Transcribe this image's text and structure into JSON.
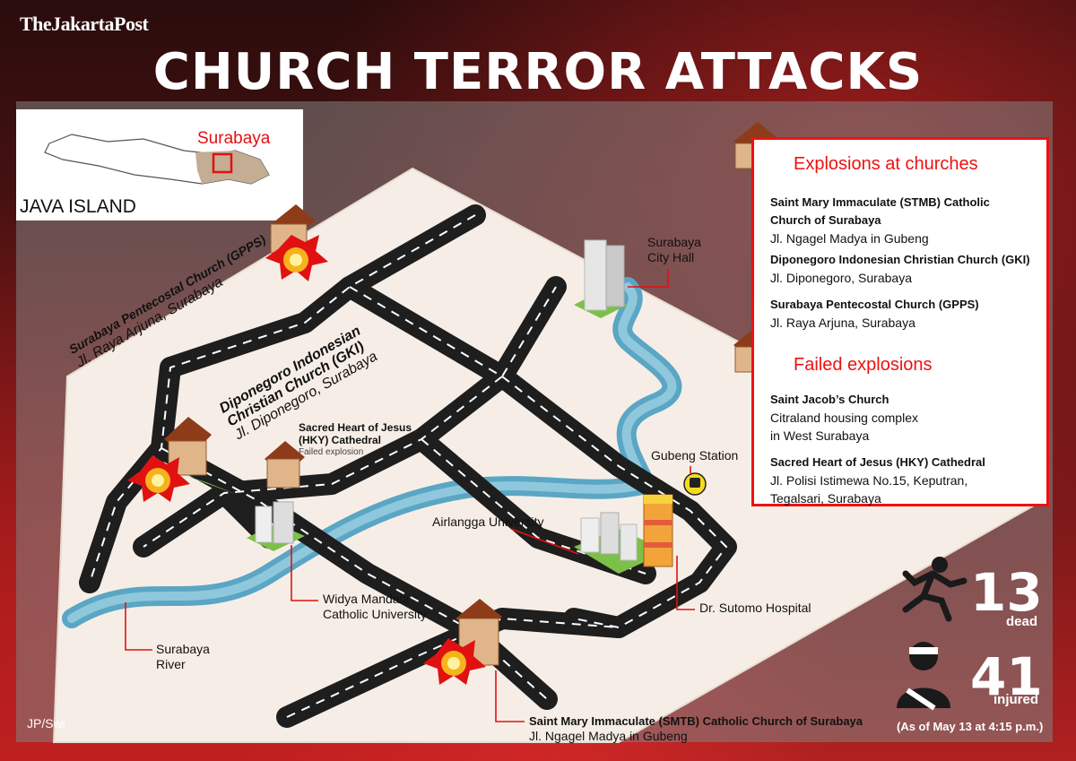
{
  "header": {
    "brand": "TheJakartaPost",
    "title": "CHURCH TERROR ATTACKS"
  },
  "inset": {
    "city_label": "Surabaya",
    "island_label": "JAVA ISLAND"
  },
  "map_labels": {
    "gpps_name": "Surabaya Pentecostal Church (GPPS)",
    "gpps_addr": "Jl. Raya Arjuna, Surabaya",
    "gki_name_1": "Diponegoro Indonesian",
    "gki_name_2": "Christian Church (GKI)",
    "gki_addr": "Jl. Diponegoro, Surabaya",
    "hky_name_1": "Sacred Heart of Jesus",
    "hky_name_2": "(HKY) Cathedral",
    "hky_note": "Failed explosion",
    "city_hall_1": "Surabaya",
    "city_hall_2": "City Hall",
    "gubeng": "Gubeng Station",
    "airlangga": "Airlangga University",
    "widya_1": "Widya Mandala",
    "widya_2": "Catholic University",
    "sutomo": "Dr. Sutomo Hospital",
    "river_1": "Surabaya",
    "river_2": "River",
    "stmb_name": "Saint Mary Immaculate (SMTB) Catholic Church of Surabaya",
    "stmb_addr": "Jl. Ngagel Madya in Gubeng"
  },
  "legend": {
    "explosions_heading": "Explosions at churches",
    "explosions": [
      {
        "name_1": "Saint Mary Immaculate (STMB) Catholic",
        "name_2": "Church of Surabaya",
        "addr": "Jl. Ngagel Madya in Gubeng"
      },
      {
        "name_1": "Diponegoro Indonesian Christian Church (GKI)",
        "addr": "Jl. Diponegoro, Surabaya"
      },
      {
        "name_1": "Surabaya Pentecostal Church (GPPS)",
        "addr": "Jl. Raya Arjuna, Surabaya"
      }
    ],
    "failed_heading": "Failed explosions",
    "failed": [
      {
        "name_1": "Saint Jacob’s Church",
        "addr_1": "Citraland housing complex",
        "addr_2": "in West Surabaya"
      },
      {
        "name_1": "Sacred Heart of Jesus (HKY) Cathedral",
        "addr_1": "Jl. Polisi Istimewa No.15, Keputran,",
        "addr_2": "Tegalsari, Surabaya"
      }
    ]
  },
  "stats": {
    "dead_count": "13",
    "dead_label": "dead",
    "injured_count": "41",
    "injured_label": "injured",
    "as_of": "(As of May 13 at 4:15 p.m.)"
  },
  "credit": "JP/Swi",
  "colors": {
    "accent_red": "#e11111",
    "road": "#1e1e1e",
    "river": "#5aa6c4",
    "map_ground": "#f6eee6"
  }
}
